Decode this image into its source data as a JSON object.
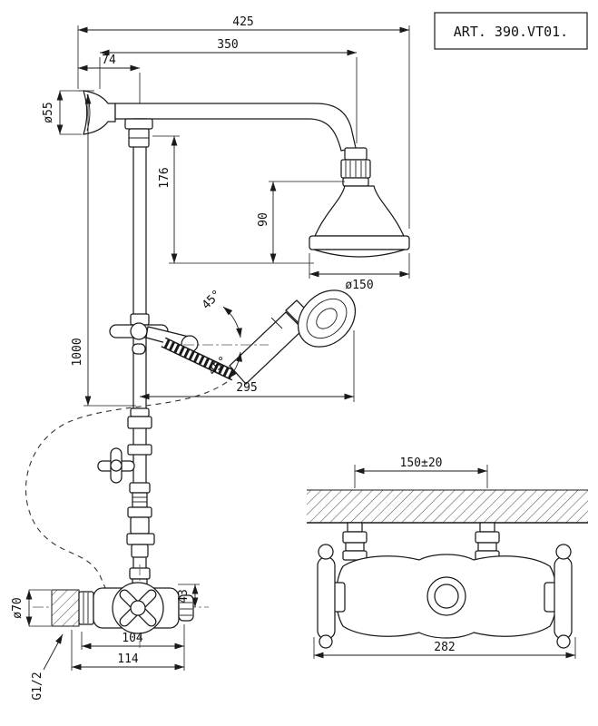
{
  "title_block": {
    "art": "ART. 390.VT01."
  },
  "dims": {
    "overall_width": "425",
    "arm_projection": "350",
    "flange_offset": "74",
    "flange_diameter": "ø55",
    "head_drop": "176",
    "head_height": "90",
    "head_diameter": "ø150",
    "handset_angle_upper": "45°",
    "handset_angle_lower": "45°",
    "column_height": "1000",
    "handset_reach": "295",
    "inlet_spacing": "150±20",
    "valve_offset": "43",
    "valve_body_width": "104",
    "valve_total_width": "114",
    "connection_thread": "G1/2",
    "valve_diameter": "ø70",
    "valve_front_width": "282"
  }
}
